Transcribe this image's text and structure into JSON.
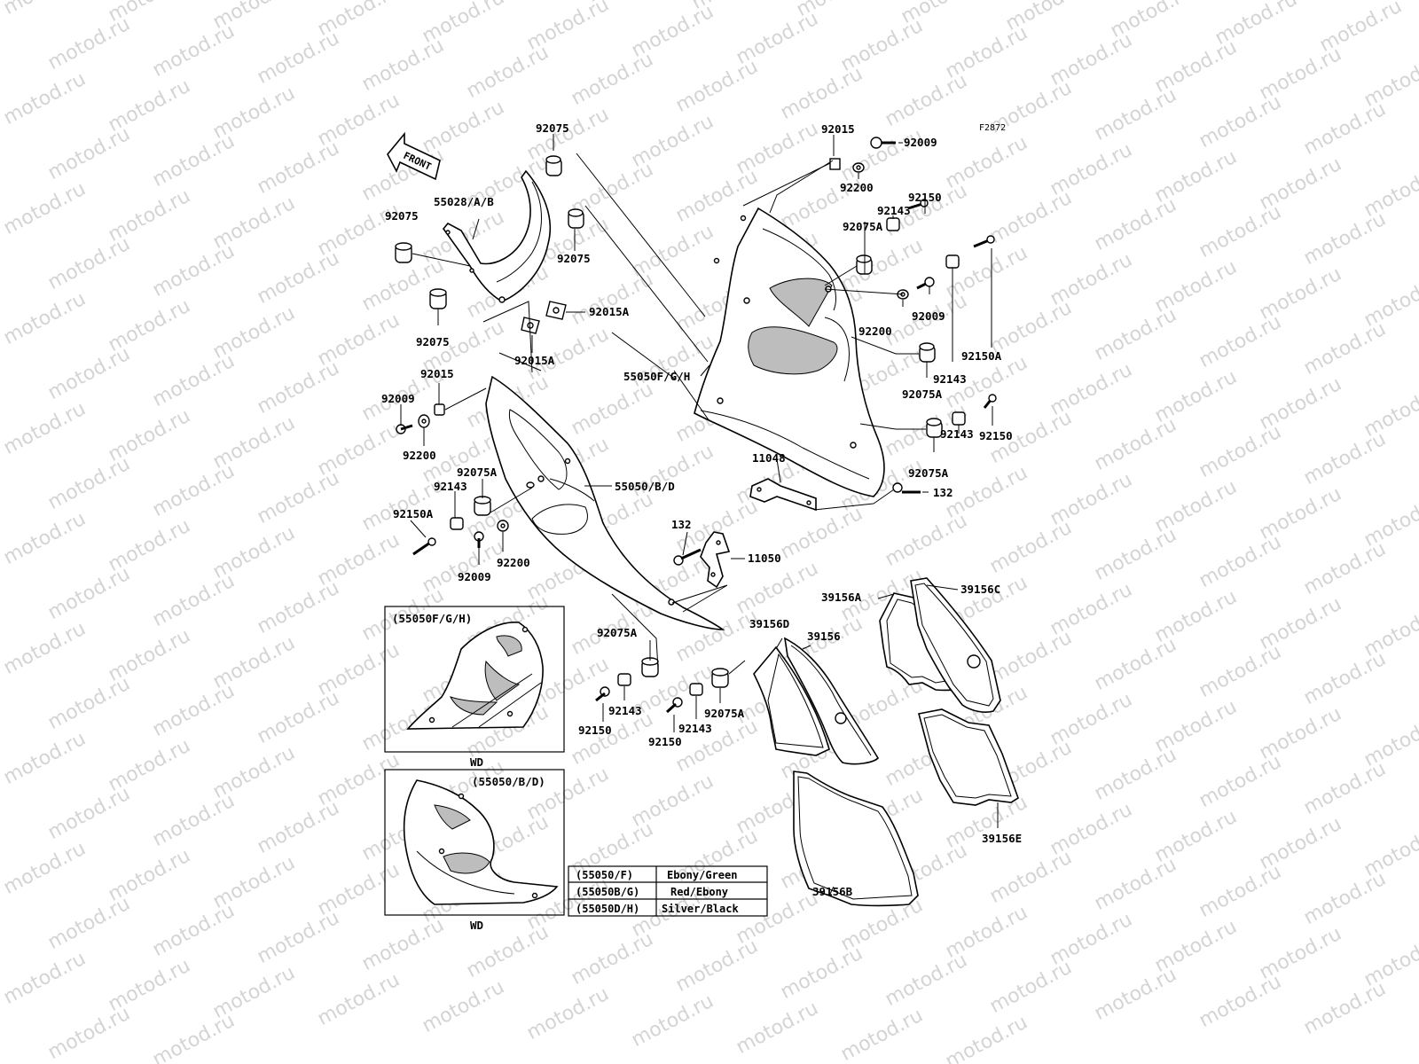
{
  "diagram_code": "F2872",
  "front_label": "FRONT",
  "watermark_text": "motod.ru",
  "labels": {
    "l_92075_top": "92075",
    "l_55028": "55028/A/B",
    "l_92075_left": "92075",
    "l_92075_mid": "92075",
    "l_92075_low": "92075",
    "l_92015A_r": "92015A",
    "l_92015A_b": "92015A",
    "l_92015_top": "92015",
    "l_92009_top": "92009",
    "l_92200_top": "92200",
    "l_92150_top": "92150",
    "l_92143_top": "92143",
    "l_92075A_top": "92075A",
    "l_92009_r2": "92009",
    "l_92200_r2": "92200",
    "l_92150A_r": "92150A",
    "l_92143_r2": "92143",
    "l_92075A_r2": "92075A",
    "l_55050FGH": "55050F/G/H",
    "l_92150_r3": "92150",
    "l_92143_r3": "92143",
    "l_92075A_r3": "92075A",
    "l_11048": "11048",
    "l_132_r": "132",
    "l_92015_left": "92015",
    "l_92009_left": "92009",
    "l_92200_left": "92200",
    "l_92075A_left": "92075A",
    "l_92143_left": "92143",
    "l_55050BD": "55050/B/D",
    "l_92150A_left": "92150A",
    "l_92200_left2": "92200",
    "l_92009_left2": "92009",
    "l_132_mid": "132",
    "l_11050": "11050",
    "l_92075A_low": "92075A",
    "l_92143_low1": "92143",
    "l_92150_low1": "92150",
    "l_92143_low2": "92143",
    "l_92150_low2": "92150",
    "l_92075A_low2": "92075A",
    "l_39156A": "39156A",
    "l_39156C": "39156C",
    "l_39156D": "39156D",
    "l_39156": "39156",
    "l_39156E": "39156E",
    "l_39156B": "39156B"
  },
  "inset_top": {
    "title": "(55050F/G/H)",
    "caption": "WD"
  },
  "inset_bottom": {
    "title": "(55050/B/D)",
    "caption": "WD"
  },
  "color_table": [
    {
      "part": "(55050/F)",
      "color": "Ebony/Green"
    },
    {
      "part": "(55050B/G)",
      "color": "Red/Ebony"
    },
    {
      "part": "(55050D/H)",
      "color": "Silver/Black"
    }
  ]
}
